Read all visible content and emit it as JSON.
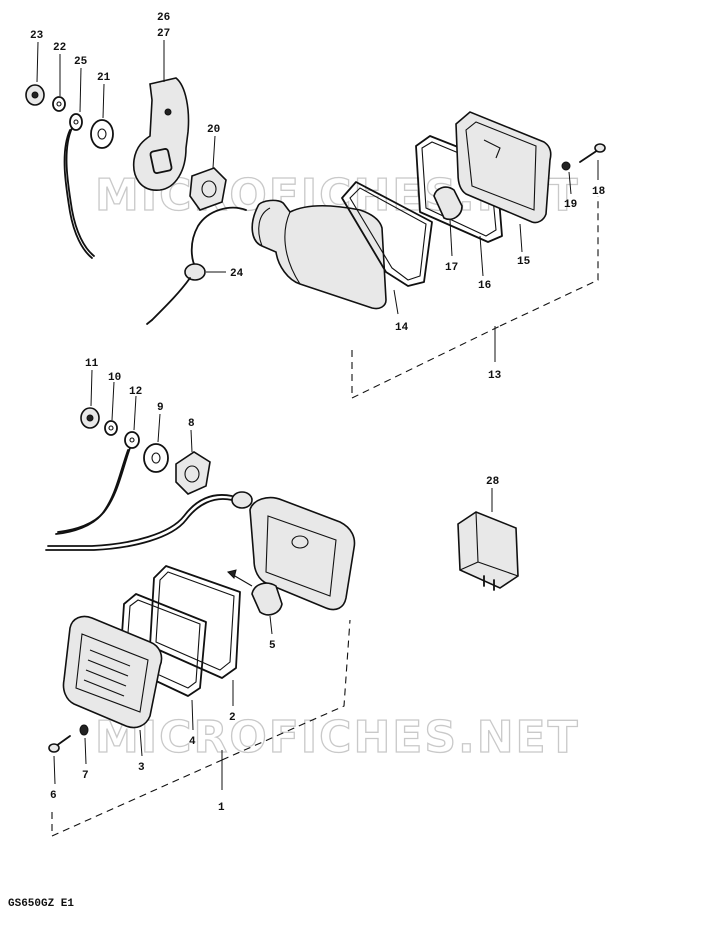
{
  "watermark": "MICROFICHES.NET",
  "footer_code": "GS650GZ E1",
  "callouts": {
    "c1": "1",
    "c2": "2",
    "c3": "3",
    "c4": "4",
    "c5": "5",
    "c6": "6",
    "c7": "7",
    "c8": "8",
    "c9": "9",
    "c10": "10",
    "c11": "11",
    "c12": "12",
    "c13": "13",
    "c14": "14",
    "c15": "15",
    "c16": "16",
    "c17": "17",
    "c18": "18",
    "c19": "19",
    "c20": "20",
    "c21": "21",
    "c22": "22",
    "c23": "23",
    "c24": "24",
    "c25": "25",
    "c26": "26",
    "c27": "27",
    "c28": "28"
  }
}
